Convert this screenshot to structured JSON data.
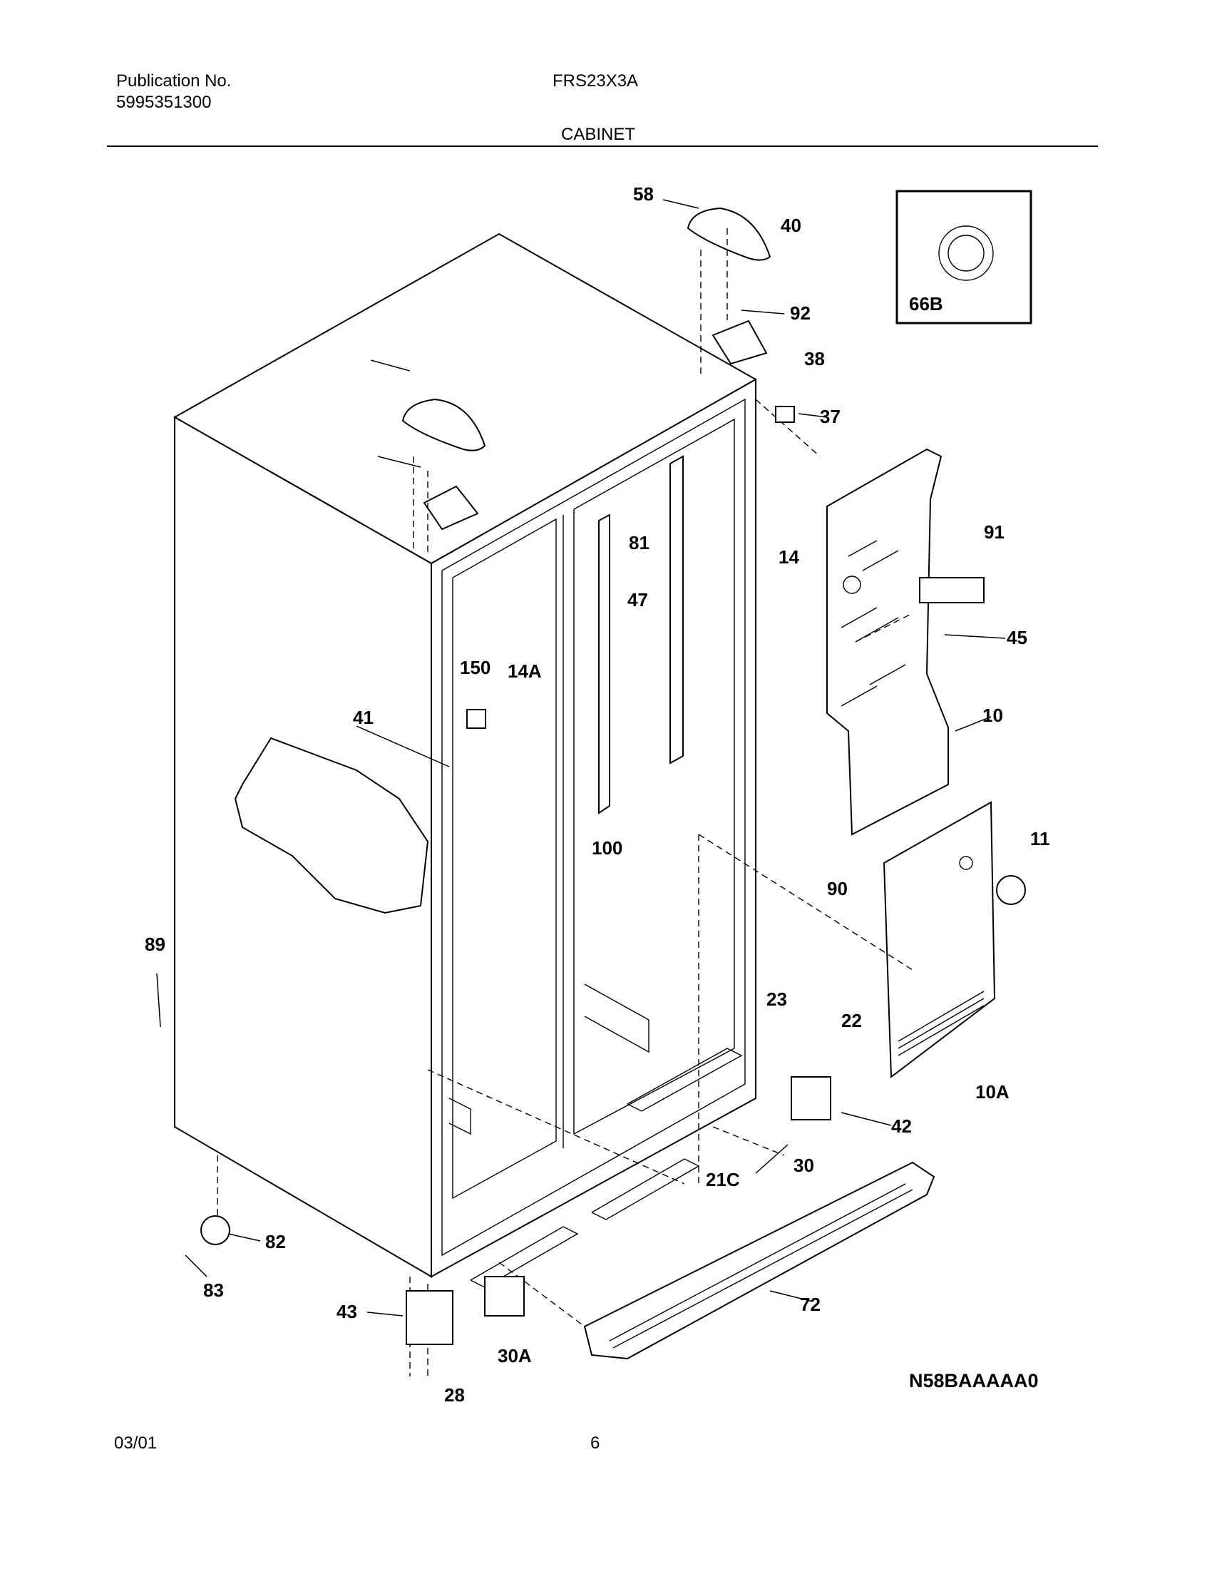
{
  "header": {
    "publication_label": "Publication No.",
    "publication_number": "5995351300",
    "model": "FRS23X3A",
    "section_title": "CABINET"
  },
  "footer": {
    "date": "03/01",
    "page_number": "6",
    "diagram_code": "N58BAAAAA0"
  },
  "inset": {
    "label": "66B"
  },
  "callouts": [
    "58",
    "40",
    "92",
    "38",
    "37",
    "14",
    "91",
    "45",
    "10",
    "81",
    "47",
    "150",
    "14A",
    "41",
    "100",
    "11",
    "90",
    "89",
    "23",
    "22",
    "42",
    "30",
    "21C",
    "10A",
    "82",
    "83",
    "43",
    "28",
    "30A",
    "72"
  ]
}
